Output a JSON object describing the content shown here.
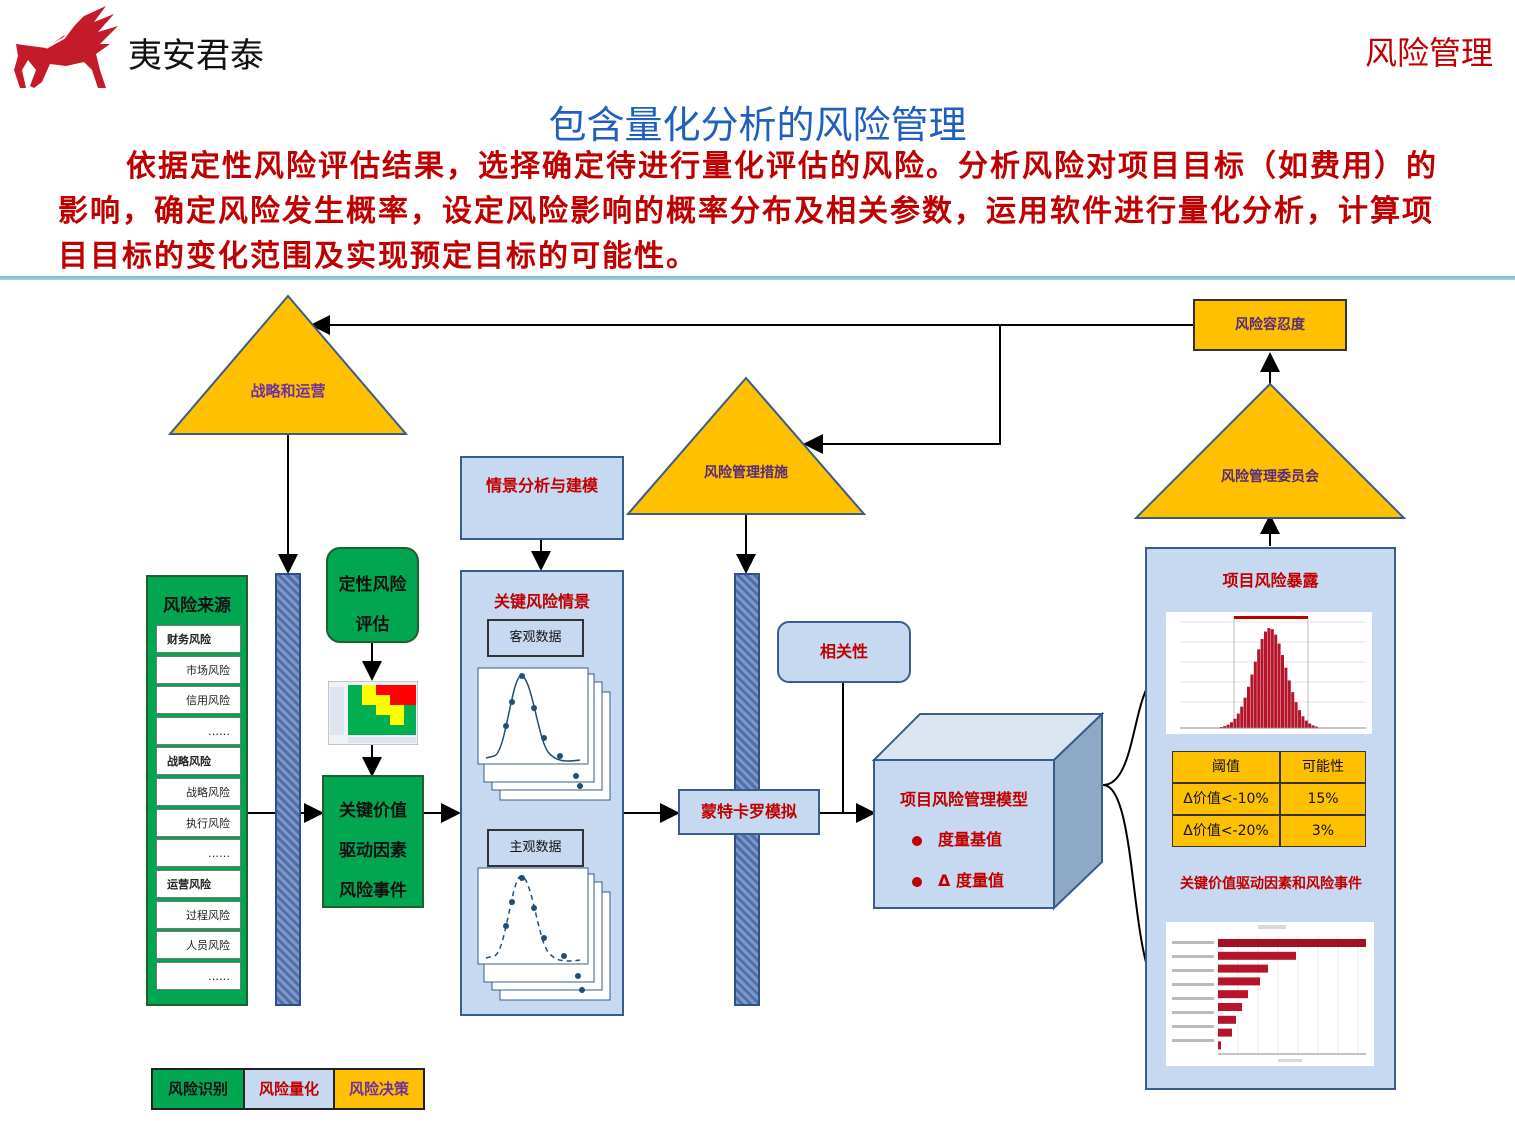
{
  "header": {
    "company": "夷安君泰",
    "section": "风险管理"
  },
  "title": "包含量化分析的风险管理",
  "intro": "依据定性风险评估结果，选择确定待进行量化评估的风险。分析风险对项目目标（如费用）的影响，确定风险发生概率，设定风险影响的概率分布及相关参数，运用软件进行量化分析，计算项目目标的变化范围及实现预定目标的可能性。",
  "diagram": {
    "triangles": {
      "strategy": "战略和运营",
      "measures": "风险管理措施",
      "committee": "风险管理委员会"
    },
    "tolerance": "风险容忍度",
    "risk_sources": {
      "title": "风险来源",
      "items": [
        "财务风险",
        "市场风险",
        "信用风险",
        "……",
        "战略风险",
        "战略风险",
        "执行风险",
        "……",
        "运营风险",
        "过程风险",
        "人员风险",
        "……"
      ]
    },
    "qualitative": "定性风险评估",
    "key_value": "关键价值驱动因素风险事件",
    "scenario": "情景分析与建模",
    "key_scenario": {
      "title": "关键风险情景",
      "objective": "客观数据",
      "subjective": "主观数据"
    },
    "correlation": "相关性",
    "monte_carlo": "蒙特卡罗模拟",
    "model": {
      "title": "项目风险管理模型",
      "items": [
        "度量基值",
        "Δ 度量值"
      ]
    },
    "exposure": {
      "title": "项目风险暴露",
      "table_headers": [
        "阈值",
        "可能性"
      ],
      "table_rows": [
        [
          "Δ价值<-10%",
          "15%"
        ],
        [
          "Δ价值<-20%",
          "3%"
        ]
      ],
      "drivers_title": "关键价值驱动因素和风险事件"
    },
    "legend": [
      "风险识别",
      "风险量化",
      "风险决策"
    ]
  },
  "colors": {
    "red": "#c00000",
    "blue_title": "#1f5fbf",
    "triangle": "#ffc000",
    "green": "#00a650",
    "light_blue": "#c6d9f1",
    "purple": "#7030a0"
  }
}
